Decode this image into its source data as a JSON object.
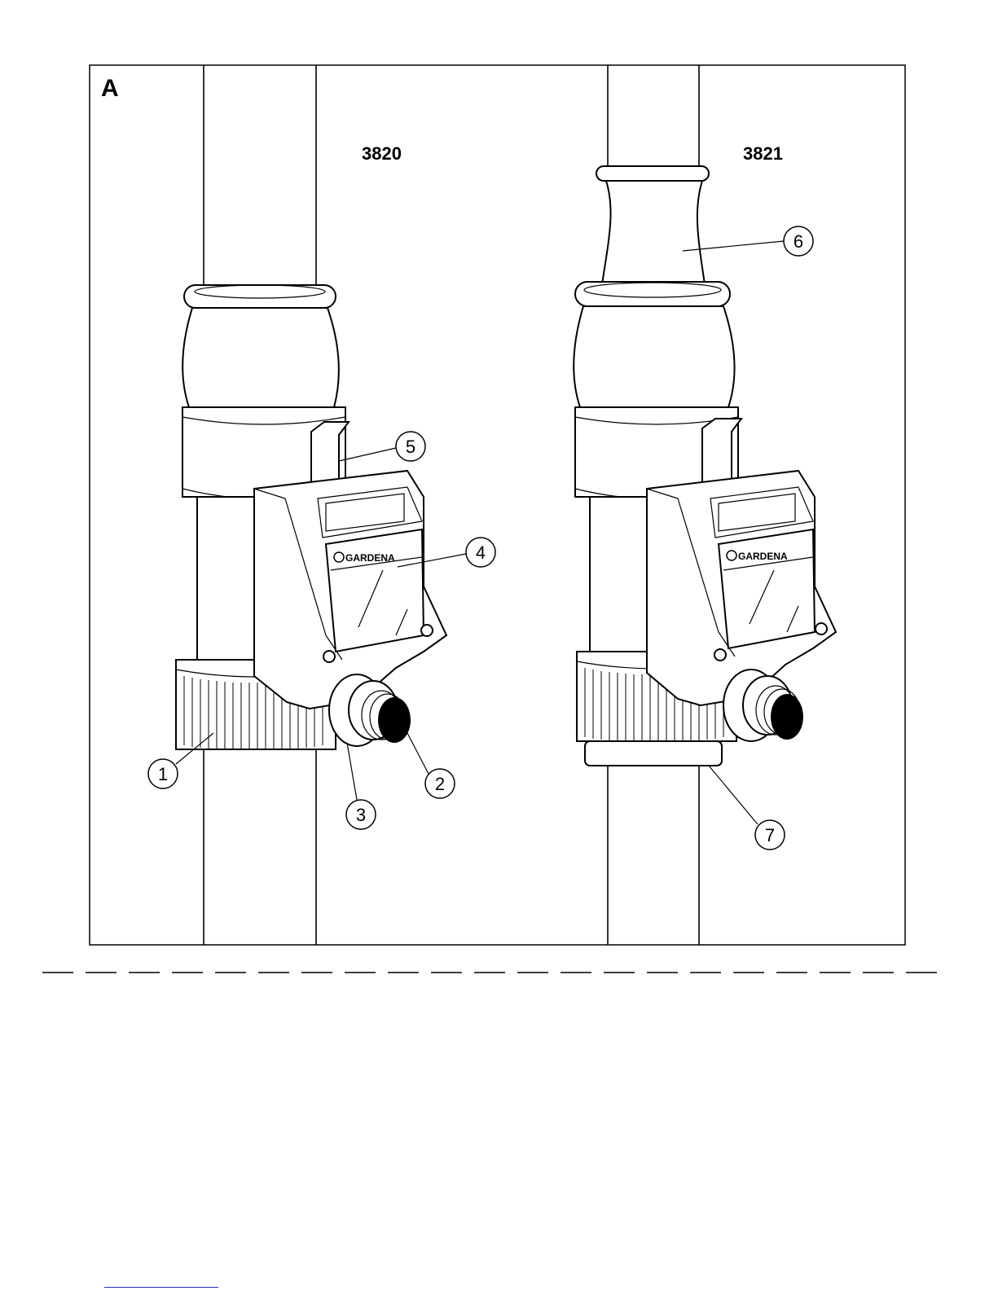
{
  "figure": {
    "panel_label": "A",
    "models": [
      {
        "model_number": "3820",
        "brand": "GARDENA"
      },
      {
        "model_number": "3821",
        "brand": "GARDENA"
      }
    ],
    "callouts": [
      "1",
      "2",
      "3",
      "4",
      "5",
      "6",
      "7"
    ]
  }
}
